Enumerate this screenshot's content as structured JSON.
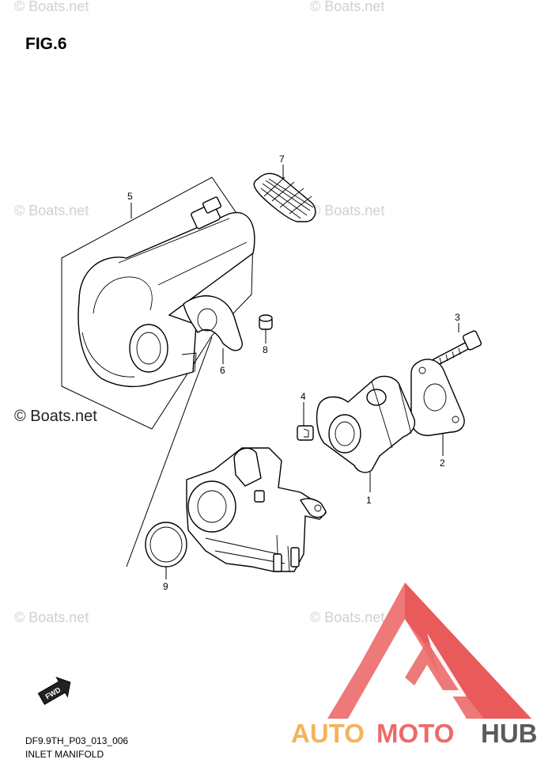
{
  "figure_label": "FIG.6",
  "diagram_code": "DF9.9TH_P03_013_006",
  "diagram_title": "INLET MANIFOLD",
  "watermark_text": "© Boats.net",
  "fwd_label": "FWD",
  "logo": {
    "name": "AUTOMOTOHUB",
    "part1": "AUTO",
    "part2": "MOTO",
    "part3": "HUB"
  },
  "callouts": {
    "c1": "1",
    "c2": "2",
    "c3": "3",
    "c4": "4",
    "c5": "5",
    "c6": "6",
    "c7": "7",
    "c8": "8",
    "c9": "9"
  },
  "colors": {
    "logo_red": "#ec6a6a",
    "logo_orange": "#f3b35c",
    "logo_gray": "#5b5b5b",
    "watermark": "#d0d0d0"
  }
}
